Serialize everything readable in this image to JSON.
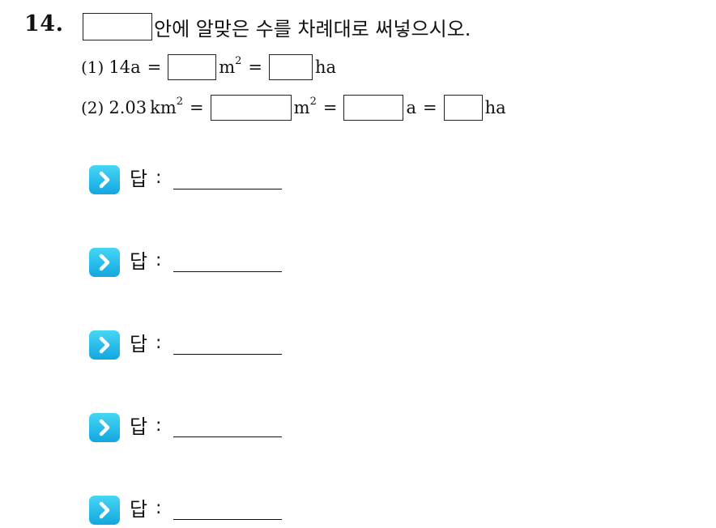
{
  "question": {
    "number": "14.",
    "prompt": "안에 알맞은 수를 차례대로 써넣으시오."
  },
  "sub1": {
    "label": "(1)",
    "value": "14a",
    "eq1": "=",
    "unit1": "m",
    "unit1_exp": "2",
    "eq2": "=",
    "unit2": "ha"
  },
  "sub2": {
    "label": "(2)",
    "value": "2.03",
    "value_unit": "km",
    "value_unit_exp": "2",
    "eq1": "=",
    "unit1": "m",
    "unit1_exp": "2",
    "eq2": "=",
    "unit2": "a",
    "eq3": "=",
    "unit3": "ha"
  },
  "answers": [
    {
      "label": "답",
      "colon": ":"
    },
    {
      "label": "답",
      "colon": ":"
    },
    {
      "label": "답",
      "colon": ":"
    },
    {
      "label": "답",
      "colon": ":"
    },
    {
      "label": "답",
      "colon": ":"
    }
  ],
  "colors": {
    "icon_top": "#47d6f5",
    "icon_bottom": "#12a7e0"
  },
  "icons": {
    "answer_marker": "chevron-right-icon"
  }
}
